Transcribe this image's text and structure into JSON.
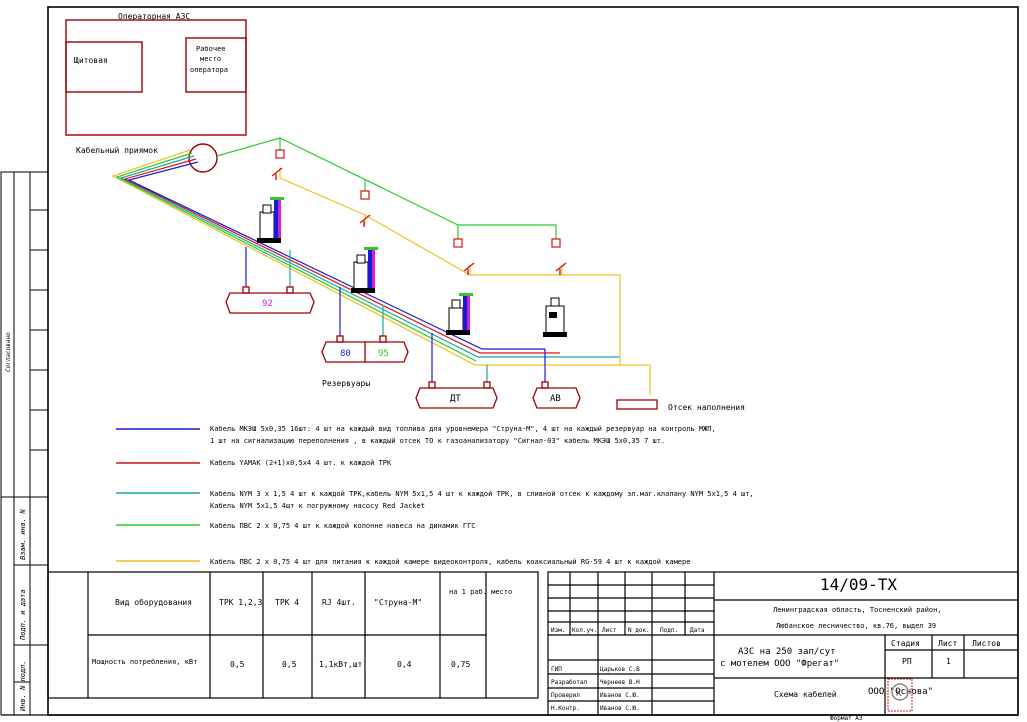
{
  "building": {
    "title": "Операторная АЗС",
    "panel_room": "Щитовая",
    "operator_workplace": [
      "Рабочее",
      "место",
      "оператора"
    ]
  },
  "cable_pit_label": "Кабельный приямок",
  "tanks": {
    "t92": "92",
    "t80": "80",
    "t95": "95",
    "dt": "ДТ",
    "av": "АВ",
    "group_label": "Резервуары",
    "filling_compartment": "Отсек наполнения"
  },
  "colors": {
    "blue": "#1a1ad6",
    "red": "#d41414",
    "teal": "#1aa89c",
    "green": "#2ec82e",
    "yellow": "#f0c020",
    "frame": "#000000",
    "building": "#a00000",
    "tank": "#a00000",
    "magenta": "#d020d0"
  },
  "legend": [
    {
      "color": "blue",
      "lines": [
        "Кабель МКЭШ 5х0,35 16шт: 4 шт на каждый вид топлива для уровнемера \"Струна-М\", 4 шт на каждый резервуар на контроль МЖП,",
        "1 шт на сигнализацию переполнения , в каждый отсек ТО к газоанализатору \"Сигнал-03\" кабель МКЭШ 5х0,35 7 шт."
      ]
    },
    {
      "color": "red",
      "lines": [
        "Кабель YAMAK (2+1)х0,5х4  4 шт. к каждой ТРК"
      ]
    },
    {
      "color": "teal",
      "lines": [
        "Кабель NYM 3 x 1,5  4 шт к каждой ТРК,кабель NYM 5x1,5 4 шт к каждой ТРК, в сливной отсек к каждому эл.маг.клапану NYM 5x1,5 4 шт,",
        "Кабель NYM 5x1,5 4шт к погружному насосу Red Jacket"
      ]
    },
    {
      "color": "green",
      "lines": [
        "Кабель ПВС 2 х 0,75 4 шт к каждой колонне навеса на динамик ГГС"
      ]
    },
    {
      "color": "yellow",
      "lines": [
        "Кабель ПВС 2 х 0,75 4 шт для питания к каждой камере видеоконтроля, кабель коаксиальный RG-59 4 шт к каждой камере"
      ]
    }
  ],
  "side_stamp": {
    "agreed": "Согласовано",
    "inv_replace": "Взам. инв. N",
    "sign_date": "Подп. и дата",
    "inv_orig": "Инв. N подл."
  },
  "equipment_table": {
    "header_label": "Вид оборудования",
    "columns": [
      "ТРК 1,2,3",
      "ТРК 4",
      "RJ 4шт.",
      "\"Струна-М\"",
      "на 1 раб. место"
    ],
    "row_label": "Мощность потребления, кВт",
    "values": [
      "0,5",
      "0,5",
      "1,1кВт,шт",
      "0,4",
      "0,75"
    ]
  },
  "title_block": {
    "code": "14/09-ТХ",
    "location": [
      "Ленинградская область, Тосненский район,",
      "Любанское лесничество, кв.76, выдел 39"
    ],
    "object_name": [
      "АЗС на 250 зап/сут",
      "с мотелем ООО \"Фрегат\""
    ],
    "stage_header": "Стадия",
    "sheet_header": "Лист",
    "sheets_header": "Листов",
    "stage": "РП",
    "sheet": "1",
    "sheets": "",
    "doc_title": "Схема кабелей",
    "company": "ООО \"Основа\"",
    "format": "Формат А3",
    "rev_headers": [
      "Изм.",
      "Кол.уч.",
      "Лист",
      "N док.",
      "Подп.",
      "Дата"
    ],
    "roles": [
      {
        "role": "ГИП",
        "name": "Царьков С.В"
      },
      {
        "role": "Разработал",
        "name": "Чернеев В.Н"
      },
      {
        "role": "Проверил",
        "name": "Иванов С.Ю."
      },
      {
        "role": "Н.Контр.",
        "name": "Иванов С.Ю."
      }
    ]
  }
}
